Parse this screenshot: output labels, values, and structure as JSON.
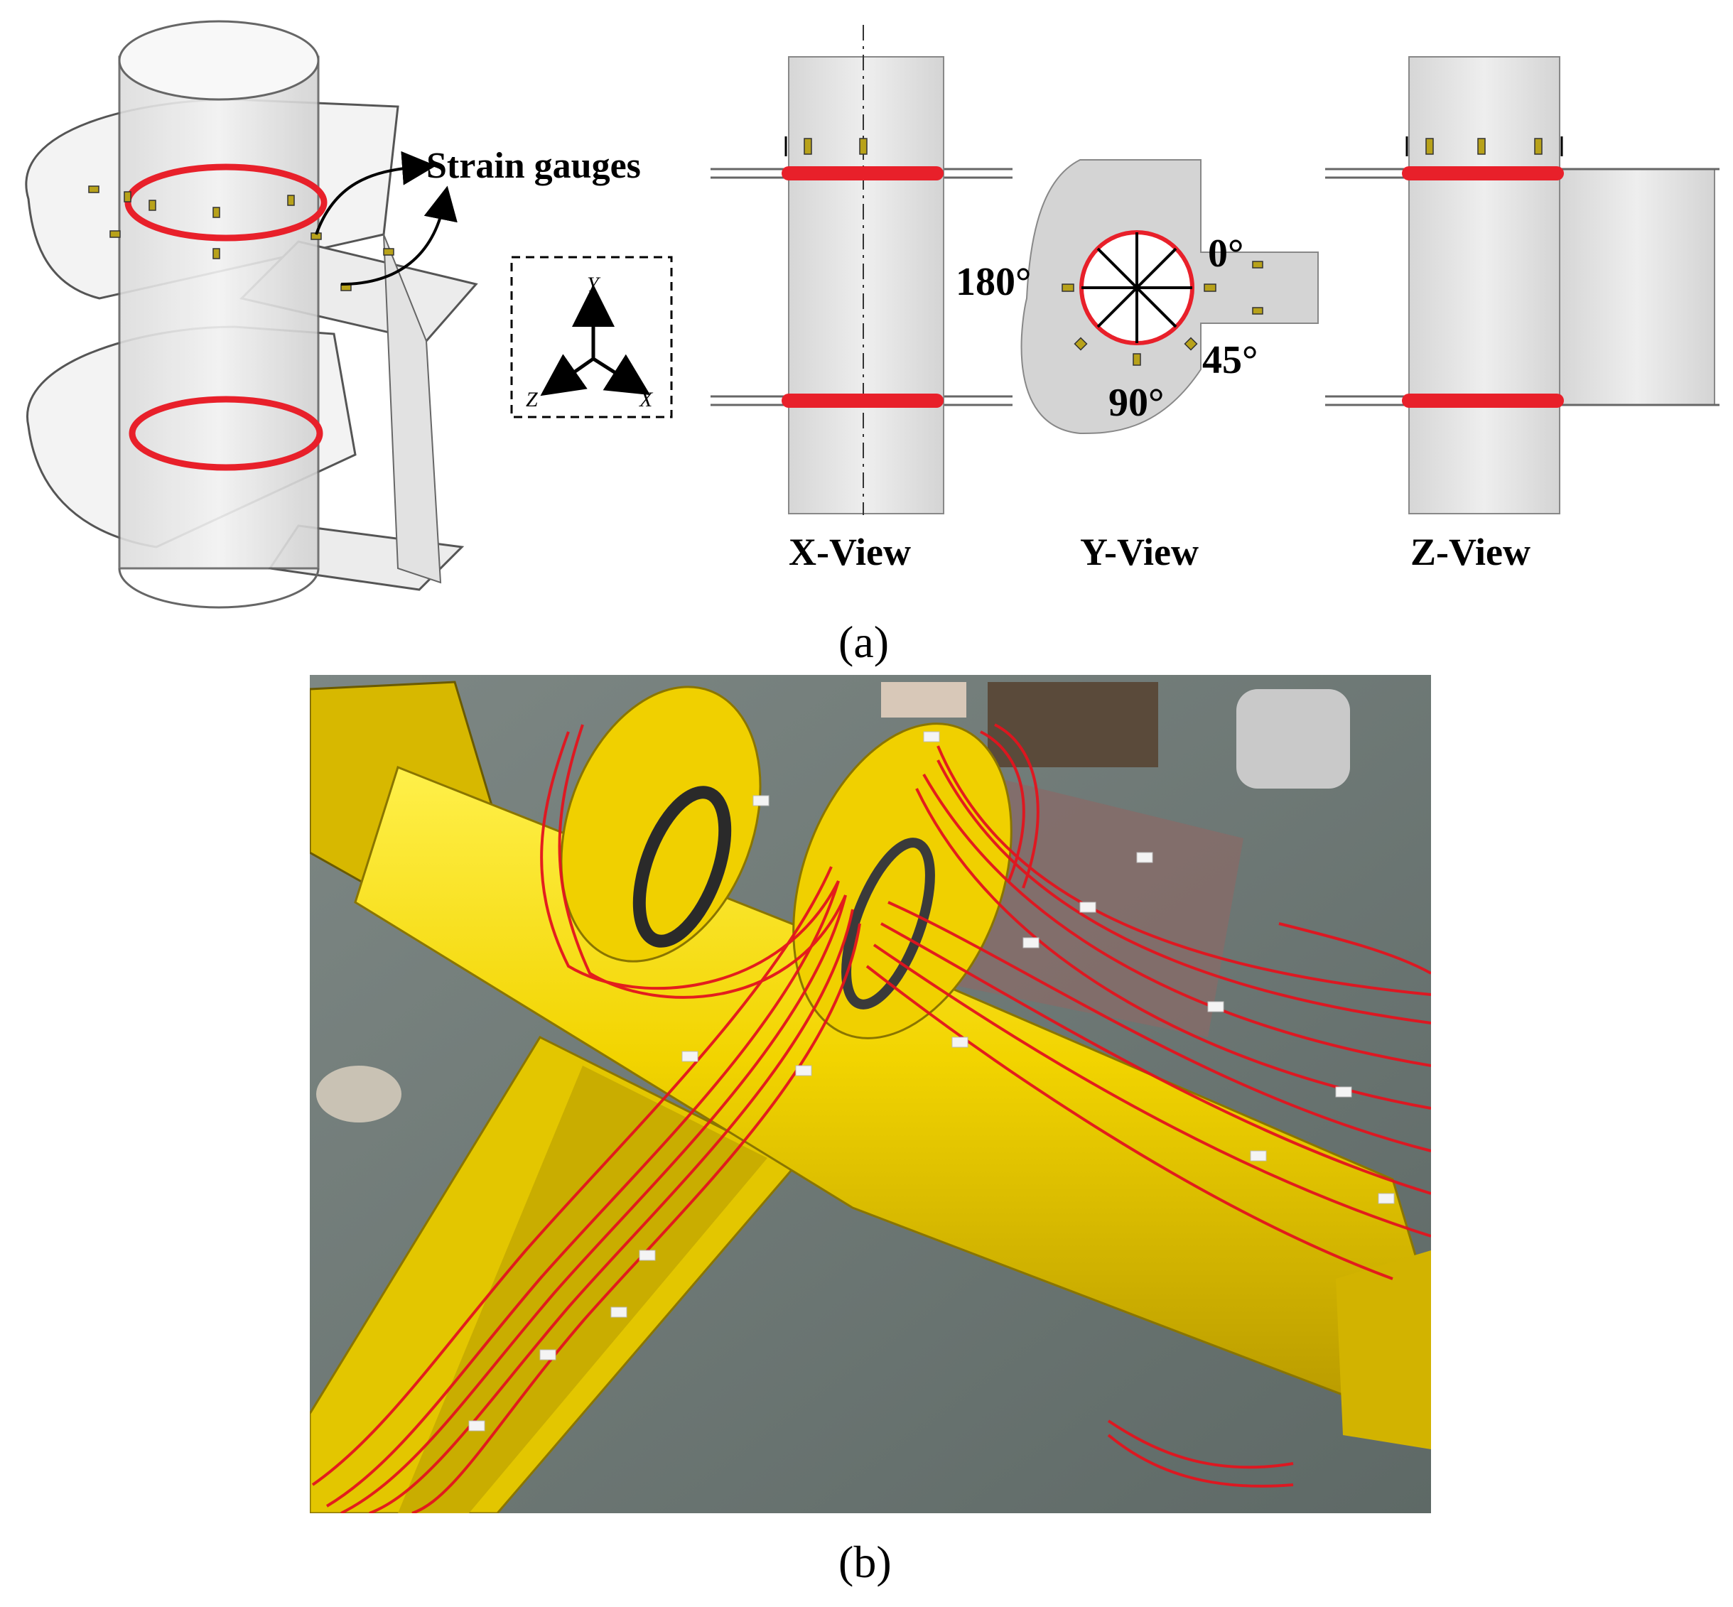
{
  "panel_a": {
    "callout": "Strain gauges",
    "axes": {
      "y": "Y",
      "z": "Z",
      "x": "X"
    },
    "views": [
      "X-View",
      "Y-View",
      "Z-View"
    ],
    "angles": {
      "a0": "0°",
      "a45": "45°",
      "a90": "90°",
      "a180": "180°"
    },
    "label": "(a)"
  },
  "panel_b": {
    "label": "(b)"
  },
  "colors": {
    "ring": "#e8202a",
    "gauge": "#b8a21a",
    "steel": "#e6e6e6",
    "yellow": "#f2d400",
    "wire": "#e3141e",
    "floor": "#6f7a76"
  }
}
